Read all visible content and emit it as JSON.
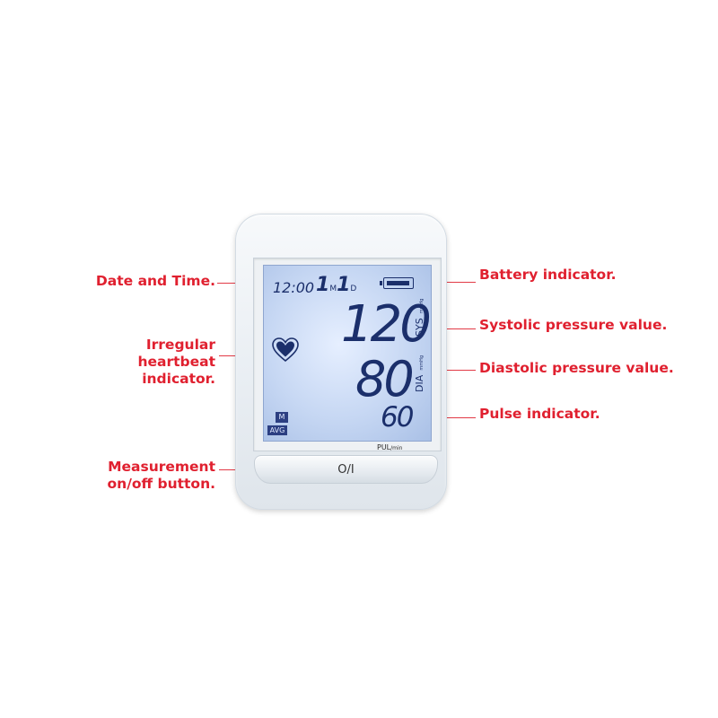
{
  "callouts": {
    "date_time": "Date and Time.",
    "irregular_line1": "Irregular",
    "irregular_line2": "heartbeat",
    "irregular_line3": "indicator.",
    "measurement_line1": "Measurement",
    "measurement_line2": "on/off button.",
    "battery": "Battery indicator.",
    "systolic": "Systolic pressure value.",
    "diastolic": "Diastolic pressure value.",
    "pulse": "Pulse indicator."
  },
  "display": {
    "time": "12:00",
    "month": "1",
    "month_suffix": "M",
    "day": "1",
    "day_suffix": "D",
    "systolic": "120",
    "diastolic": "80",
    "pulse": "60",
    "sys_label": "SYS",
    "sys_unit": "mmHg",
    "dia_label": "DIA",
    "dia_unit": "mmHg",
    "memory_tag": "M",
    "avg_tag": "AVG",
    "pul_label": "PUL",
    "pul_unit": "/min",
    "power_button": "O/I"
  },
  "colors": {
    "callout": "#e0202f",
    "lcd_background": "#c6d7f3",
    "lcd_segment": "#1b2f6b"
  },
  "icons": {
    "battery": "battery-icon",
    "heart": "heart-icon"
  }
}
